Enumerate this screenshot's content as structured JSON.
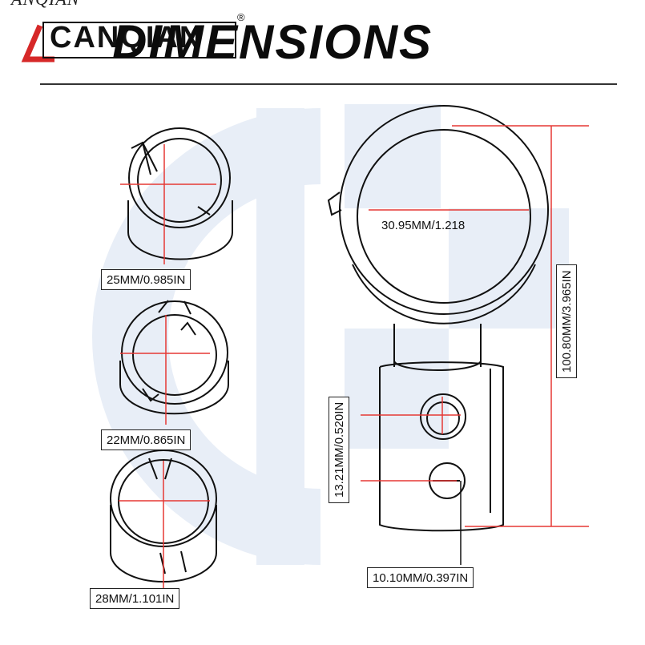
{
  "brand": {
    "name": "CANQIAN",
    "top_fragment": "ANQIAN",
    "registered": "®"
  },
  "title": "DIMENSIONS",
  "bushings": [
    {
      "label": "25MM/0.985IN"
    },
    {
      "label": "22MM/0.865IN"
    },
    {
      "label": "28MM/1.101IN"
    }
  ],
  "clamp": {
    "ring_diameter": "30.95MM/1.218",
    "total_height": "100.80MM/3.965IN",
    "hole_spacing": "13.21MM/0.520IN",
    "hole_diameter": "10.10MM/0.397IN"
  },
  "colors": {
    "dimension_line": "#e53935",
    "outline": "#111111",
    "watermark": "#e8eef7",
    "brand_accent": "#d62828"
  }
}
